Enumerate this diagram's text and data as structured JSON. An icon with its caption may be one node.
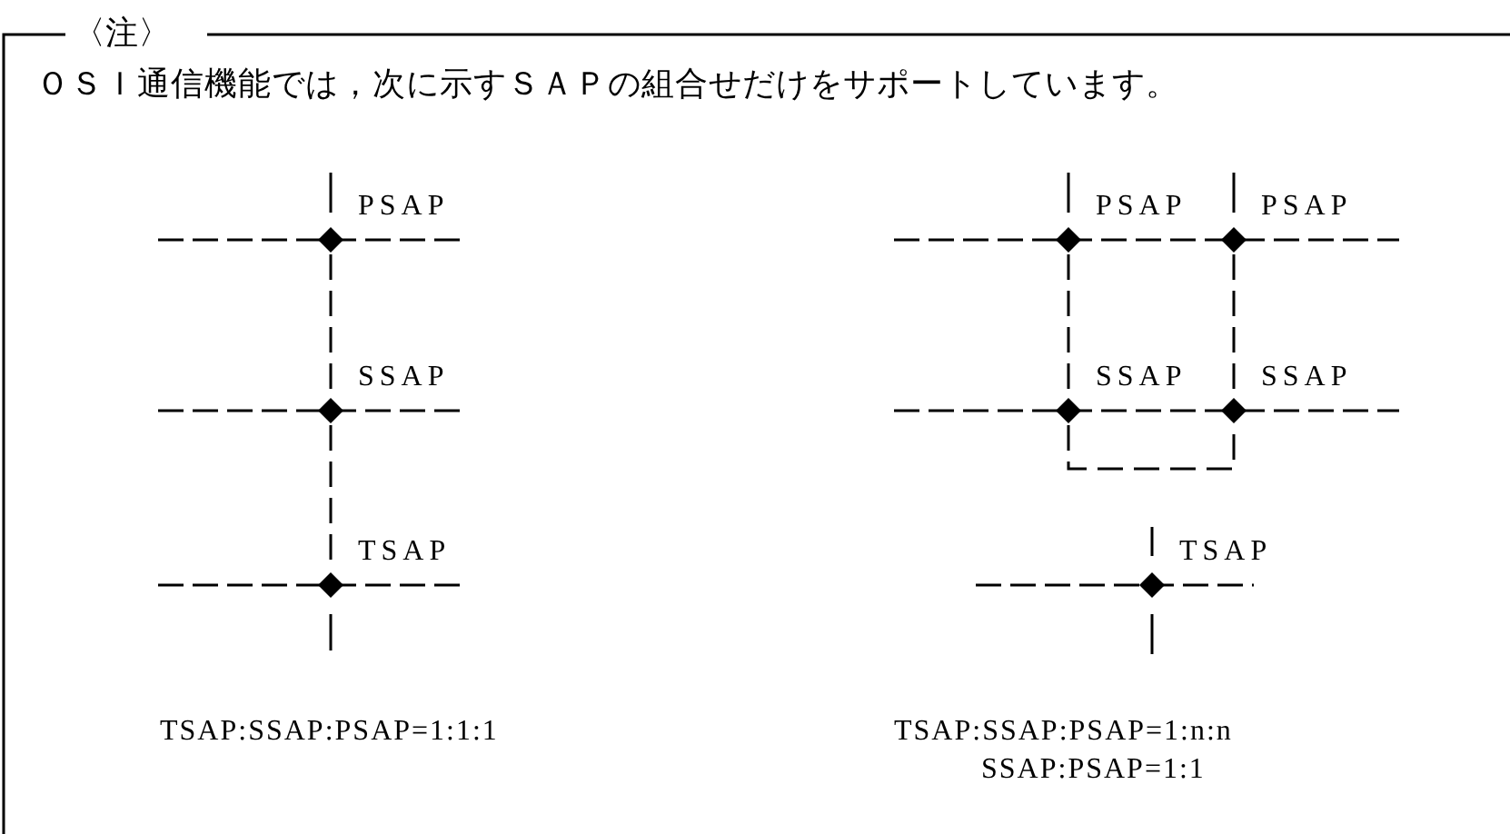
{
  "diagram": {
    "nodes": [
      {
        "text": [
          "PSAP"
        ]
      },
      {
        "text": [
          "SSAP"
        ]
      },
      {
        "text": [
          "TSAP"
        ]
      },
      {
        "text": [
          "PSAP"
        ]
      },
      {
        "text": [
          "PSAP"
        ]
      },
      {
        "text": [
          "SSAP"
        ]
      },
      {
        "text": [
          "SSAP"
        ]
      },
      {
        "text": [
          "TSAP"
        ]
      }
    ],
    "edges": [
      {
        "from": 0,
        "to": 1,
        "arrow": "none",
        "style": "dashed"
      },
      {
        "from": 1,
        "to": 2,
        "arrow": "none",
        "style": "dashed"
      },
      {
        "from": 3,
        "to": 5,
        "arrow": "none",
        "style": "dashed"
      },
      {
        "from": 4,
        "to": 6,
        "arrow": "none",
        "style": "dashed"
      },
      {
        "from": 5,
        "to": 6,
        "arrow": "none",
        "style": "dashed"
      }
    ],
    "labels": [
      "〈注〉",
      "ＯＳＩ通信機能では，次に示すＳＡＰの組合せだけをサポートしています。",
      "TSAP:SSAP:PSAP=1:1:1",
      "TSAP:SSAP:PSAP=1:n:n",
      "SSAP:PSAP=1:1"
    ]
  }
}
